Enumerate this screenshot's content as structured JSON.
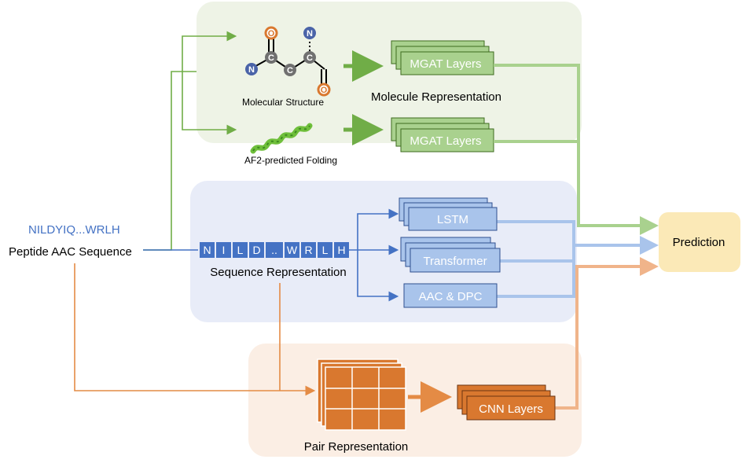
{
  "input": {
    "sequence_example": "NILDYIQ...WRLH",
    "label": "Peptide AAC Sequence"
  },
  "molecule_section": {
    "structure_label": "Molecular Structure",
    "folding_label": "AF2-predicted Folding",
    "layer_label_top": "MGAT Layers",
    "layer_label_bottom": "MGAT Layers",
    "representation_label": "Molecule Representation",
    "atoms": {
      "o_top": "O",
      "n_top": "N",
      "n_left": "N",
      "c1": "C",
      "c2": "C",
      "c3": "C",
      "o_bottom": "O"
    }
  },
  "sequence_section": {
    "tokens": [
      "N",
      "I",
      "L",
      "D",
      "..",
      "W",
      "R",
      "L",
      "H"
    ],
    "representation_label": "Sequence Representation",
    "lstm_label": "LSTM",
    "transformer_label": "Transformer",
    "aac_dpc_label": "AAC & DPC"
  },
  "pair_section": {
    "representation_label": "Pair Representation",
    "cnn_label": "CNN Layers"
  },
  "output": {
    "label": "Prediction"
  },
  "colors": {
    "green_panel": "#eef3e6",
    "green_box": "#a9d18e",
    "green_arrow": "#70ad47",
    "blue_panel": "#e8ecf8",
    "blue_box": "#a9c4eb",
    "blue_arrow": "#4472c4",
    "token_fill": "#4472c4",
    "orange_panel": "#fbeee4",
    "orange_box": "#d9782f",
    "orange_arrow": "#e48b45",
    "prediction_fill": "#fbe9b7"
  }
}
